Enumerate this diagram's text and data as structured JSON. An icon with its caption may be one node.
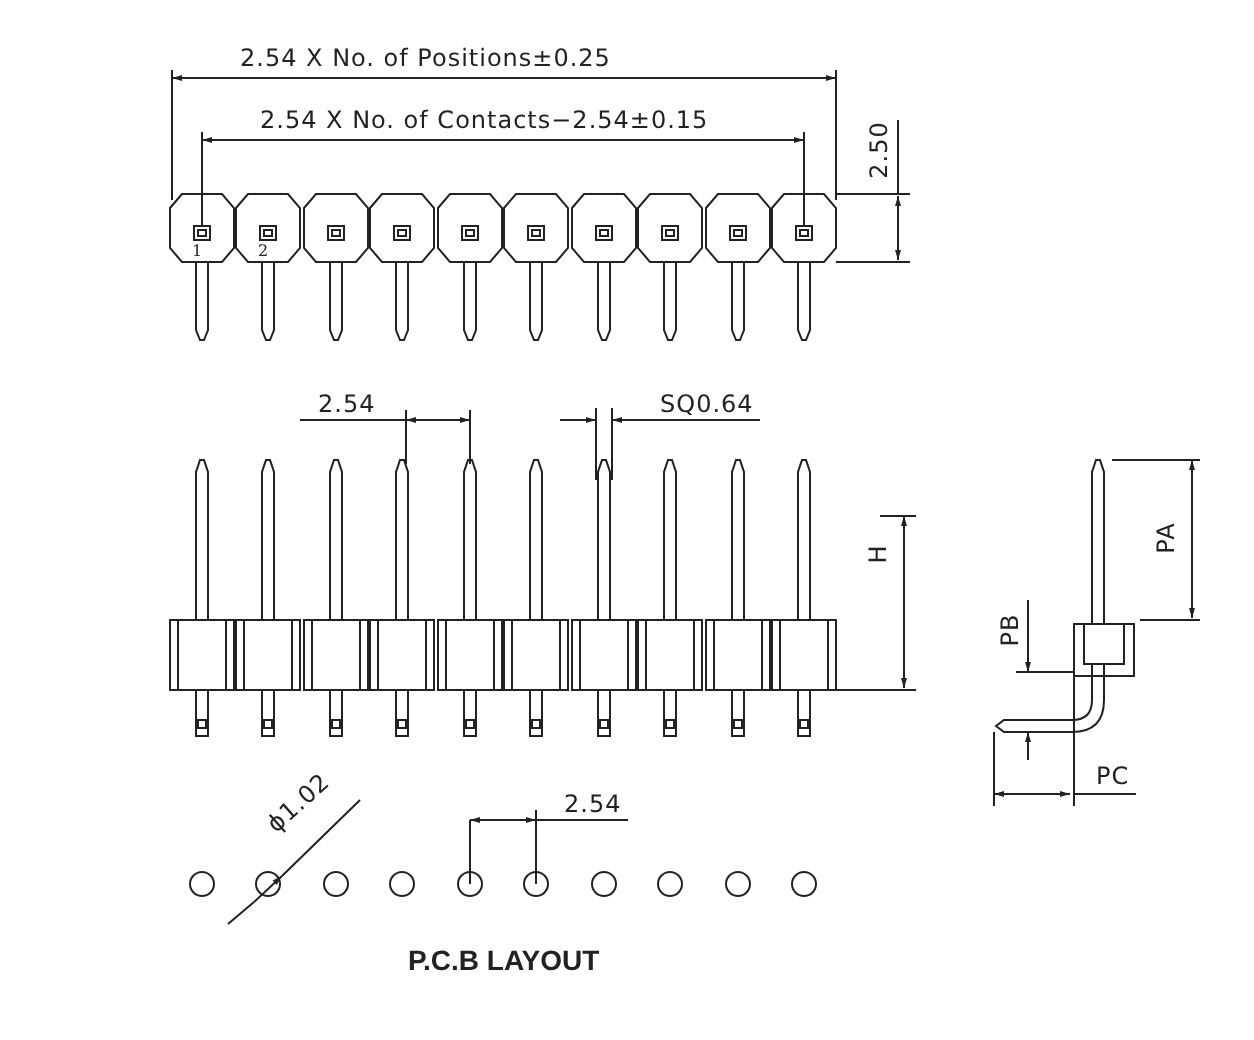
{
  "diagram": {
    "caption": "P.C.B LAYOUT",
    "labels": [
      "2.54 X No. of Positions±0.25",
      "2.54 X No. of Contacts−2.54±0.15",
      "2.50",
      "1",
      "2",
      "2.54",
      "SQ0.64",
      "H",
      "PA",
      "PB",
      "PC",
      "ϕ1.02",
      "2.54"
    ]
  }
}
